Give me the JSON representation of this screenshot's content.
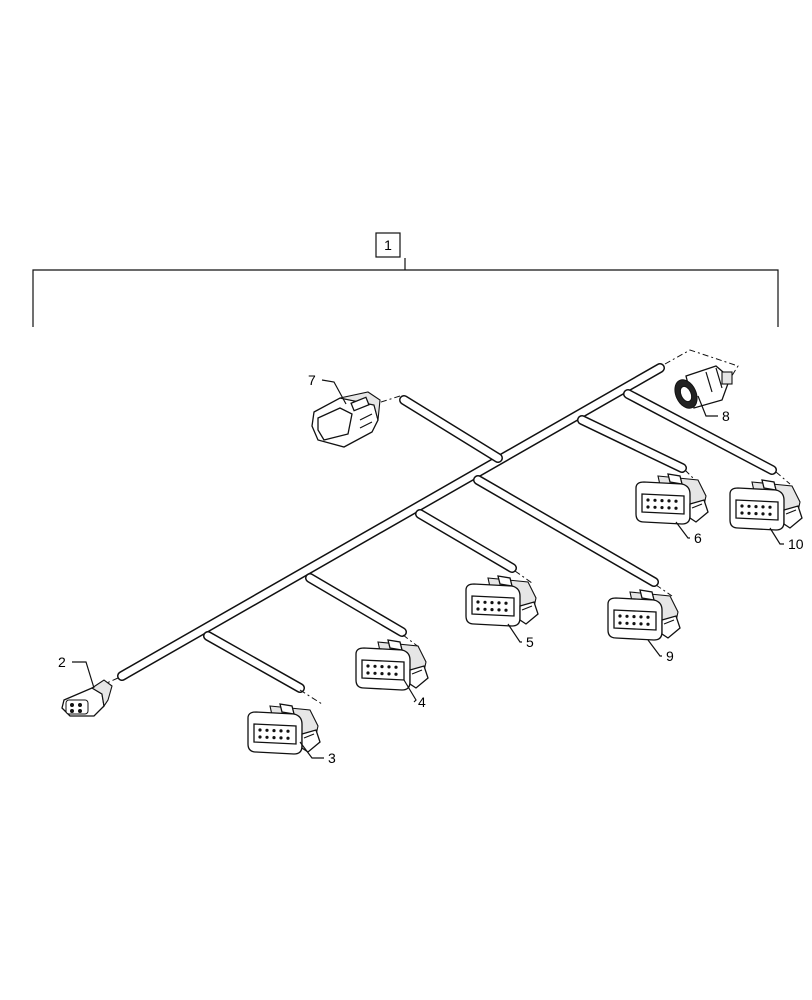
{
  "assembly": {
    "callout": "1"
  },
  "parts": [
    {
      "id": "connector-2",
      "callout": "2",
      "kind": "4-pin-plug-icon"
    },
    {
      "id": "connector-3",
      "callout": "3",
      "kind": "12-pin-connector-icon"
    },
    {
      "id": "connector-4",
      "callout": "4",
      "kind": "12-pin-connector-icon"
    },
    {
      "id": "connector-5",
      "callout": "5",
      "kind": "12-pin-connector-icon"
    },
    {
      "id": "connector-6",
      "callout": "6",
      "kind": "12-pin-connector-icon"
    },
    {
      "id": "connector-7",
      "callout": "7",
      "kind": "dt-receptacle-icon"
    },
    {
      "id": "connector-8",
      "callout": "8",
      "kind": "round-connector-icon"
    },
    {
      "id": "connector-9",
      "callout": "9",
      "kind": "12-pin-connector-icon"
    },
    {
      "id": "connector-10",
      "callout": "10",
      "kind": "12-pin-connector-icon"
    }
  ],
  "colors": {
    "line": "#111111",
    "background": "#ffffff",
    "shade": "#e6e6e6"
  }
}
